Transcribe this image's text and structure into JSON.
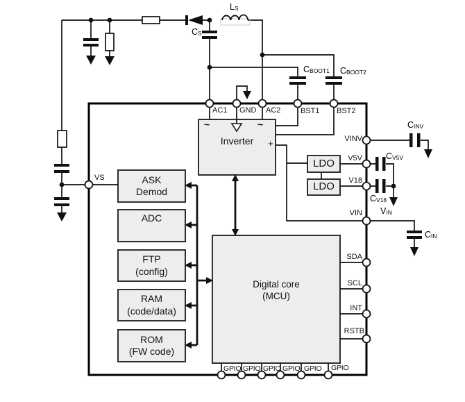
{
  "blocks": {
    "inverter": {
      "label": "Inverter",
      "ac_left": "~",
      "ac_right": "~",
      "plus": "+"
    },
    "ask_demod": {
      "line1": "ASK",
      "line2": "Demod"
    },
    "adc": {
      "line1": "ADC"
    },
    "ftp": {
      "line1": "FTP",
      "line2": "(config)"
    },
    "ram": {
      "line1": "RAM",
      "line2": "(code/data)"
    },
    "rom": {
      "line1": "ROM",
      "line2": "(FW code)"
    },
    "digital_core": {
      "line1": "Digital core",
      "line2": "(MCU)"
    },
    "ldo_top": {
      "label": "LDO"
    },
    "ldo_bottom": {
      "label": "LDO"
    }
  },
  "pins": {
    "top": [
      "AC1",
      "GND",
      "AC2",
      "BST1",
      "BST2"
    ],
    "right": [
      "VINV",
      "V5V",
      "V18",
      "VIN",
      "SDA",
      "SCL",
      "INT",
      "RSTB"
    ],
    "left": [
      "VS"
    ],
    "bottom": [
      "GPIO",
      "GPIO",
      "GPIO",
      "GPIO",
      "GPIO",
      "GPIO"
    ]
  },
  "components": {
    "ls": {
      "name": "L",
      "sub": "S"
    },
    "cs": {
      "name": "C",
      "sub": "S"
    },
    "cboot1": {
      "name": "C",
      "sub": "BOOT1"
    },
    "cboot2": {
      "name": "C",
      "sub": "BOOT2"
    },
    "cinv": {
      "name": "C",
      "sub": "INV"
    },
    "cv5v": {
      "name": "C",
      "sub": "V5V"
    },
    "cv18": {
      "name": "C",
      "sub": "V18"
    },
    "cin": {
      "name": "C",
      "sub": "IN"
    },
    "vin_supply": {
      "name": "V",
      "sub": "IN"
    }
  },
  "colors": {
    "background": "#ffffff",
    "block_fill": "#ededed",
    "block_border": "#2f2f2f",
    "wire": "#111111",
    "chip_border": "#000000",
    "inductor_shadow": "#c8c8c8"
  }
}
